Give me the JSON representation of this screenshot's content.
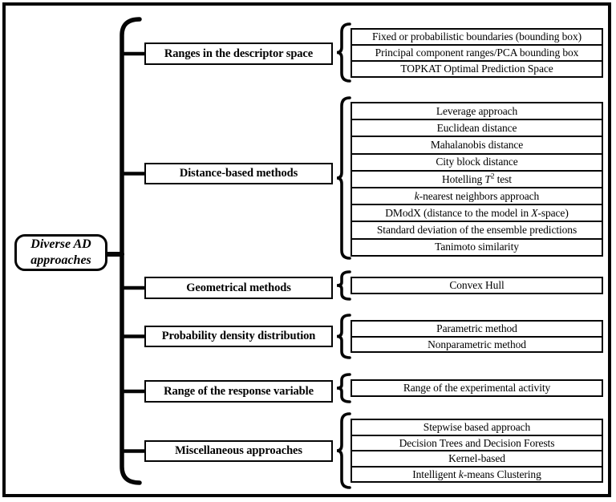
{
  "root": {
    "line1": "Diverse AD",
    "line2": "approaches"
  },
  "groups": [
    {
      "category": "Ranges in the descriptor space",
      "items": [
        "Fixed or probabilistic boundaries (bounding box)",
        "Principal component ranges/PCA bounding box",
        "TOPKAT Optimal Prediction Space"
      ]
    },
    {
      "category": "Distance-based methods",
      "items": [
        "Leverage approach",
        "Euclidean distance",
        "Mahalanobis distance",
        "City block distance",
        [
          {
            "t": "Hotelling "
          },
          {
            "t": "T",
            "i": true
          },
          {
            "t": "2",
            "sup": true
          },
          {
            "t": " test"
          }
        ],
        [
          {
            "t": "k",
            "i": true
          },
          {
            "t": "-nearest neighbors approach"
          }
        ],
        [
          {
            "t": "DModX (distance to the model in "
          },
          {
            "t": "X",
            "i": true
          },
          {
            "t": "-space)"
          }
        ],
        "Standard deviation of the ensemble predictions",
        "Tanimoto similarity"
      ]
    },
    {
      "category": "Geometrical methods",
      "items": [
        "Convex Hull"
      ]
    },
    {
      "category": "Probability density distribution",
      "items": [
        "Parametric method",
        "Nonparametric method"
      ]
    },
    {
      "category": "Range of the response variable",
      "items": [
        "Range of the experimental activity"
      ]
    },
    {
      "category": "Miscellaneous approaches",
      "items": [
        "Stepwise based approach",
        "Decision Trees and Decision Forests",
        "Kernel-based",
        [
          {
            "t": "Intelligent "
          },
          {
            "t": "k",
            "i": true
          },
          {
            "t": "-means Clustering"
          }
        ]
      ]
    }
  ],
  "colors": {
    "line": "#050505",
    "background": "#ffffff"
  }
}
